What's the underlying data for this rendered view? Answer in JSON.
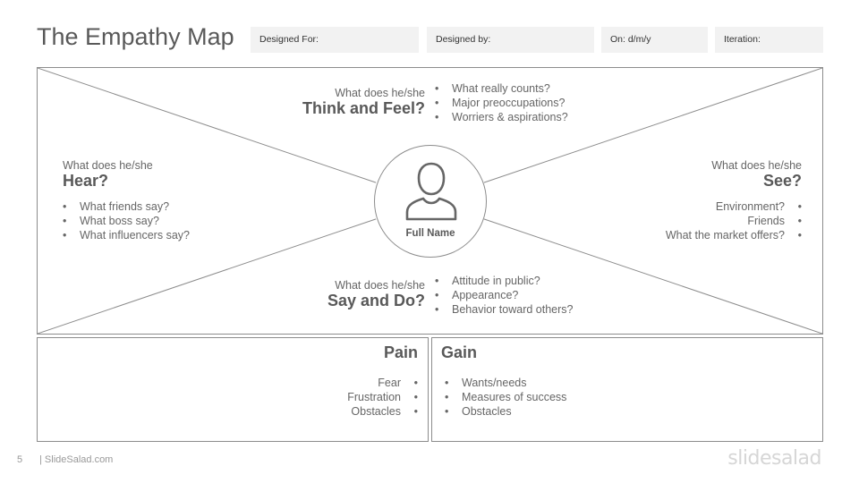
{
  "slide": {
    "title": "The Empathy Map",
    "fields": {
      "designed_for": "Designed For:",
      "designed_by": "Designed by:",
      "on_date": "On: d/m/y",
      "iteration": "Iteration:"
    },
    "center": {
      "label": "Full Name"
    },
    "think": {
      "prompt": "What does he/she",
      "heading": "Think and Feel?",
      "items": [
        "What really counts?",
        "Major preoccupations?",
        "Worriers & aspirations?"
      ]
    },
    "hear": {
      "prompt": "What does he/she",
      "heading": "Hear?",
      "items": [
        "What friends say?",
        "What boss say?",
        "What influencers say?"
      ]
    },
    "see": {
      "prompt": "What does he/she",
      "heading": "See?",
      "items": [
        "Environment?",
        "Friends",
        "What the market offers?"
      ]
    },
    "say": {
      "prompt": "What does he/she",
      "heading": "Say and Do?",
      "items": [
        "Attitude in public?",
        "Appearance?",
        "Behavior toward others?"
      ]
    },
    "pain": {
      "heading": "Pain",
      "items": [
        "Fear",
        "Frustration",
        "Obstacles"
      ]
    },
    "gain": {
      "heading": "Gain",
      "items": [
        "Wants/needs",
        "Measures of success",
        "Obstacles"
      ]
    },
    "footer": {
      "page_number": "5",
      "site": "| SlideSalad.com",
      "logo": "slidesalad"
    }
  }
}
